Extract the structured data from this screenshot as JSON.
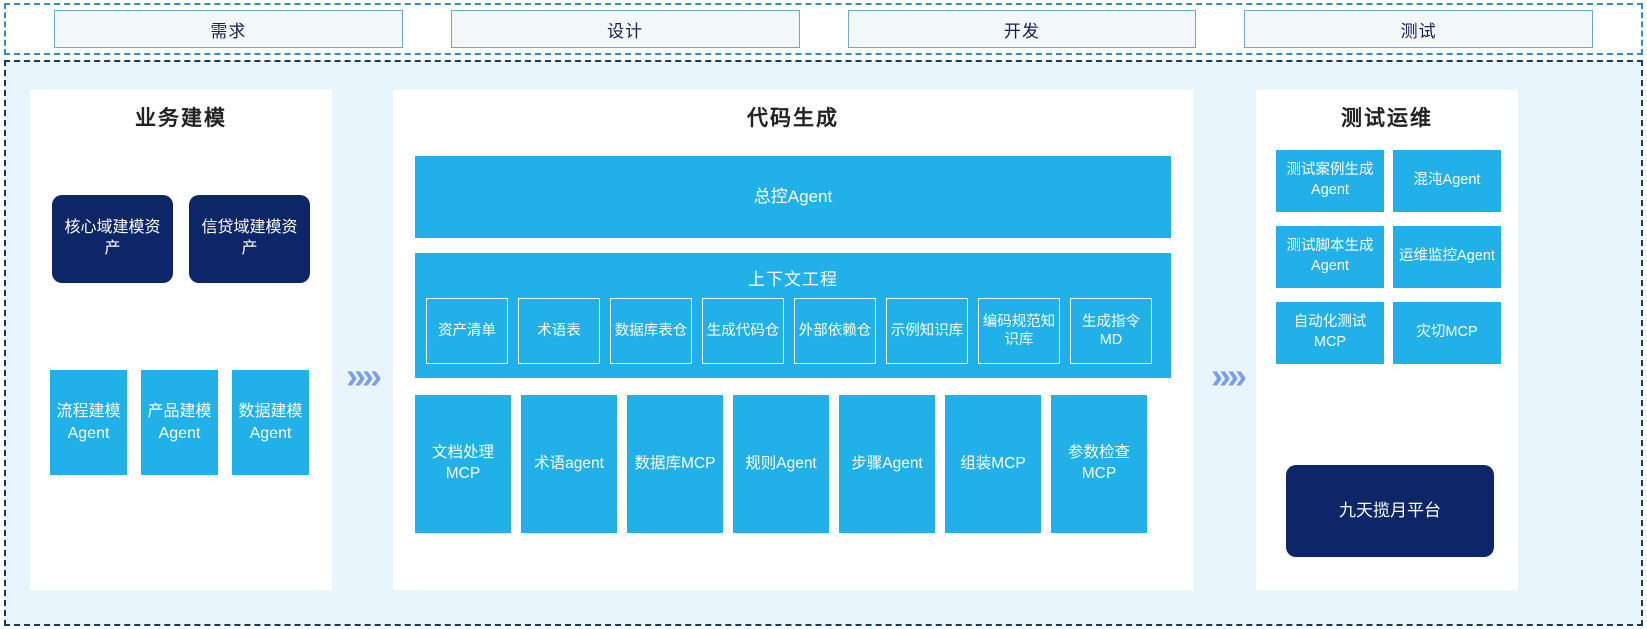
{
  "phases": [
    {
      "label": "需求"
    },
    {
      "label": "设计"
    },
    {
      "label": "开发"
    },
    {
      "label": "测试"
    }
  ],
  "separators": {
    "chevron": "»»"
  },
  "left_panel": {
    "title": "业务建模",
    "assets": [
      {
        "label": "核心域建模资产"
      },
      {
        "label": "信贷域建模资产"
      }
    ],
    "agents": [
      {
        "label": "流程建模Agent"
      },
      {
        "label": "产品建模Agent"
      },
      {
        "label": "数据建模Agent"
      }
    ]
  },
  "center_panel": {
    "title": "代码生成",
    "master_agent": "总控Agent",
    "context": {
      "title": "上下文工程",
      "items": [
        {
          "label": "资产清单"
        },
        {
          "label": "术语表"
        },
        {
          "label": "数据库表仓"
        },
        {
          "label": "生成代码仓"
        },
        {
          "label": "外部依赖仓"
        },
        {
          "label": "示例知识库"
        },
        {
          "label": "编码规范知识库"
        },
        {
          "label": "生成指令MD"
        }
      ]
    },
    "tools": [
      {
        "label": "文档处理MCP"
      },
      {
        "label": "术语agent"
      },
      {
        "label": "数据库MCP"
      },
      {
        "label": "规则Agent"
      },
      {
        "label": "步骤Agent"
      },
      {
        "label": "组装MCP"
      },
      {
        "label": "参数检查MCP"
      }
    ]
  },
  "right_panel": {
    "title": "测试运维",
    "items": [
      {
        "label": "测试案例生成Agent"
      },
      {
        "label": "混沌Agent"
      },
      {
        "label": "测试脚本生成Agent"
      },
      {
        "label": "运维监控Agent"
      },
      {
        "label": "自动化测试MCP"
      },
      {
        "label": "灾切MCP"
      }
    ],
    "platform": "九天揽月平台"
  },
  "colors": {
    "accent_blue": "#21b0e8",
    "navy": "#0d2668",
    "panel_bg": "#ffffff",
    "canvas_bg": "#e9f5fd",
    "chevron": "#7e9ee8",
    "phase_border": "#6fa9c4",
    "phase_fill": "#f2f7fa"
  }
}
